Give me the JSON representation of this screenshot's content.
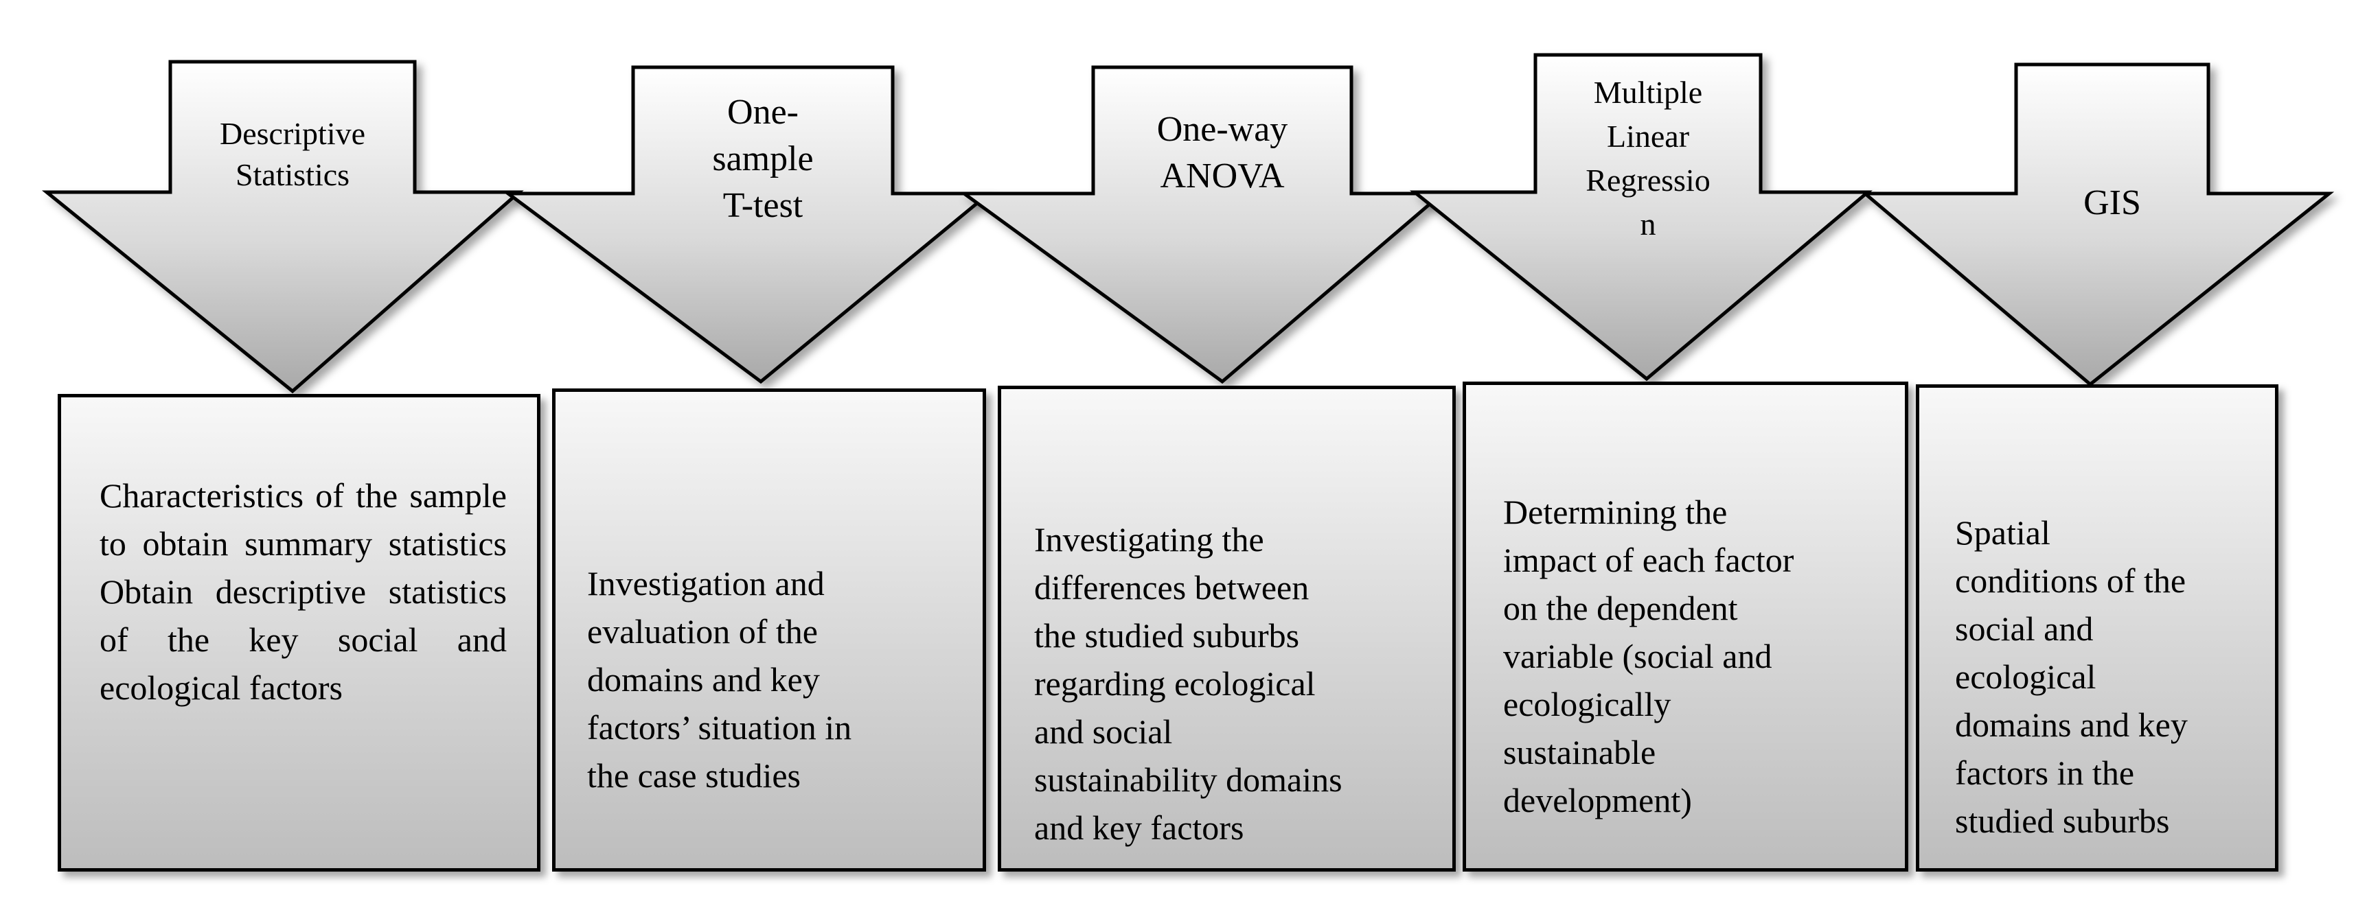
{
  "steps": [
    {
      "method": "Descriptive Statistics",
      "method_lines": [
        "Descriptive",
        "Statistics"
      ],
      "description": "Characteristics of the sample to obtain summary statistics Obtain descriptive statistics of the key social and ecological factors"
    },
    {
      "method": "One-sample T-test",
      "method_lines": [
        "One-",
        "sample",
        "T-test"
      ],
      "description": "Investigation and\nevaluation of the\ndomains and key\nfactors’ situation in\nthe case studies"
    },
    {
      "method": "One-way ANOVA",
      "method_lines": [
        "One-way",
        "ANOVA"
      ],
      "description": "Investigating the\ndifferences between\nthe studied suburbs\nregarding ecological\nand social\nsustainability domains\nand key factors"
    },
    {
      "method": "Multiple Linear Regression",
      "method_lines": [
        "Multiple",
        "Linear",
        "Regressio",
        "n"
      ],
      "description": "Determining the\nimpact of each factor\non the dependent\nvariable (social and\necologically\nsustainable\ndevelopment)"
    },
    {
      "method": "GIS",
      "method_lines": [
        "GIS"
      ],
      "description": "Spatial\nconditions of the\nsocial and\necological\ndomains and key\nfactors in the\nstudied suburbs"
    }
  ]
}
